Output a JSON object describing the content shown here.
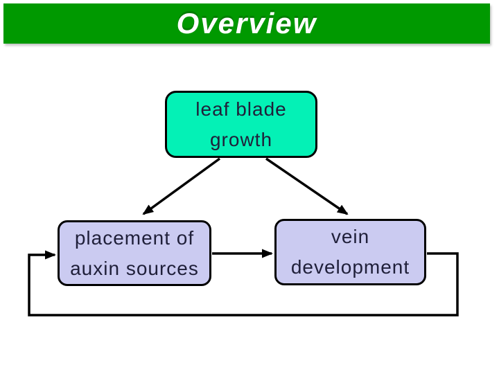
{
  "header": {
    "title": "Overview",
    "bg_color": "#009900",
    "text_color": "#ffffff"
  },
  "diagram": {
    "stroke_color": "#000000",
    "text_color": "#20203a",
    "nodes": [
      {
        "id": "leaf-blade-growth",
        "lines": [
          "leaf blade",
          "growth"
        ],
        "fill": "#04f1b6"
      },
      {
        "id": "placement-of-auxin-sources",
        "lines": [
          "placement of",
          "auxin sources"
        ],
        "fill": "#cbcbf1"
      },
      {
        "id": "vein-development",
        "lines": [
          "vein",
          "development"
        ],
        "fill": "#cbcbf1"
      }
    ],
    "edges": [
      {
        "from": "leaf-blade-growth",
        "to": "placement-of-auxin-sources",
        "type": "arrow"
      },
      {
        "from": "leaf-blade-growth",
        "to": "vein-development",
        "type": "arrow"
      },
      {
        "from": "placement-of-auxin-sources",
        "to": "vein-development",
        "type": "arrow"
      },
      {
        "from": "vein-development",
        "to": "placement-of-auxin-sources",
        "type": "feedback-loop-arrow"
      }
    ]
  }
}
